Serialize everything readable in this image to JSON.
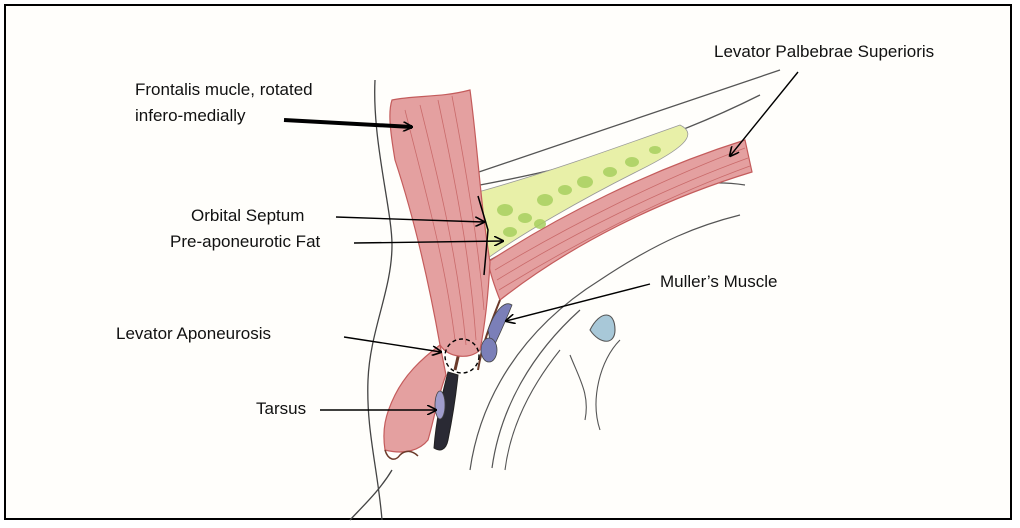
{
  "labels": {
    "frontalis_line1": "Frontalis mucle, rotated",
    "frontalis_line2": "infero-medially",
    "levator_palpebrae": "Levator Palbebrae Superioris",
    "orbital_septum": "Orbital Septum",
    "preaponeurotic_fat": "Pre-aponeurotic Fat",
    "mullers_muscle": "Muller’s Muscle",
    "levator_aponeurosis": "Levator Aponeurosis",
    "tarsus": "Tarsus"
  },
  "colors": {
    "muscle_fill": "#e4a0a0",
    "muscle_stroke": "#c45c5c",
    "muscle_fibers": "#c96a6a",
    "fat_fill": "#e8f0a8",
    "fat_globule": "#a8d060",
    "aponeurosis": "#6b3a2a",
    "muller": "#7b7fb8",
    "tarsus": "#2a2a34",
    "outline": "#444444",
    "conjunctiva_blue": "#a8c8d8"
  }
}
